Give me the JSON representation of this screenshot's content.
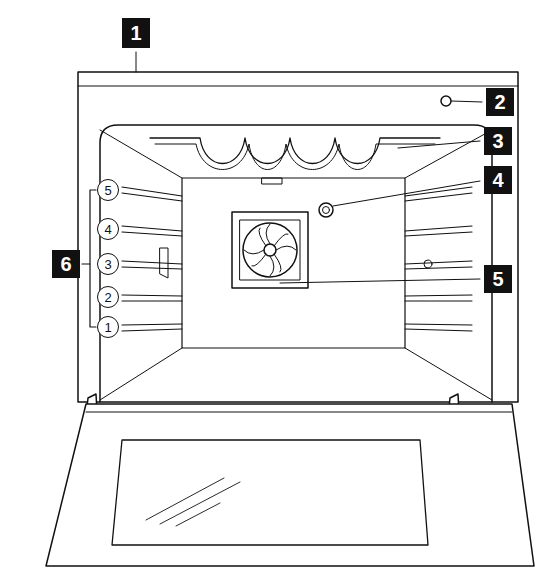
{
  "diagram": {
    "labels": [
      "1",
      "2",
      "3",
      "4",
      "5",
      "6",
      "5",
      "4",
      "3",
      "2",
      "1"
    ]
  }
}
